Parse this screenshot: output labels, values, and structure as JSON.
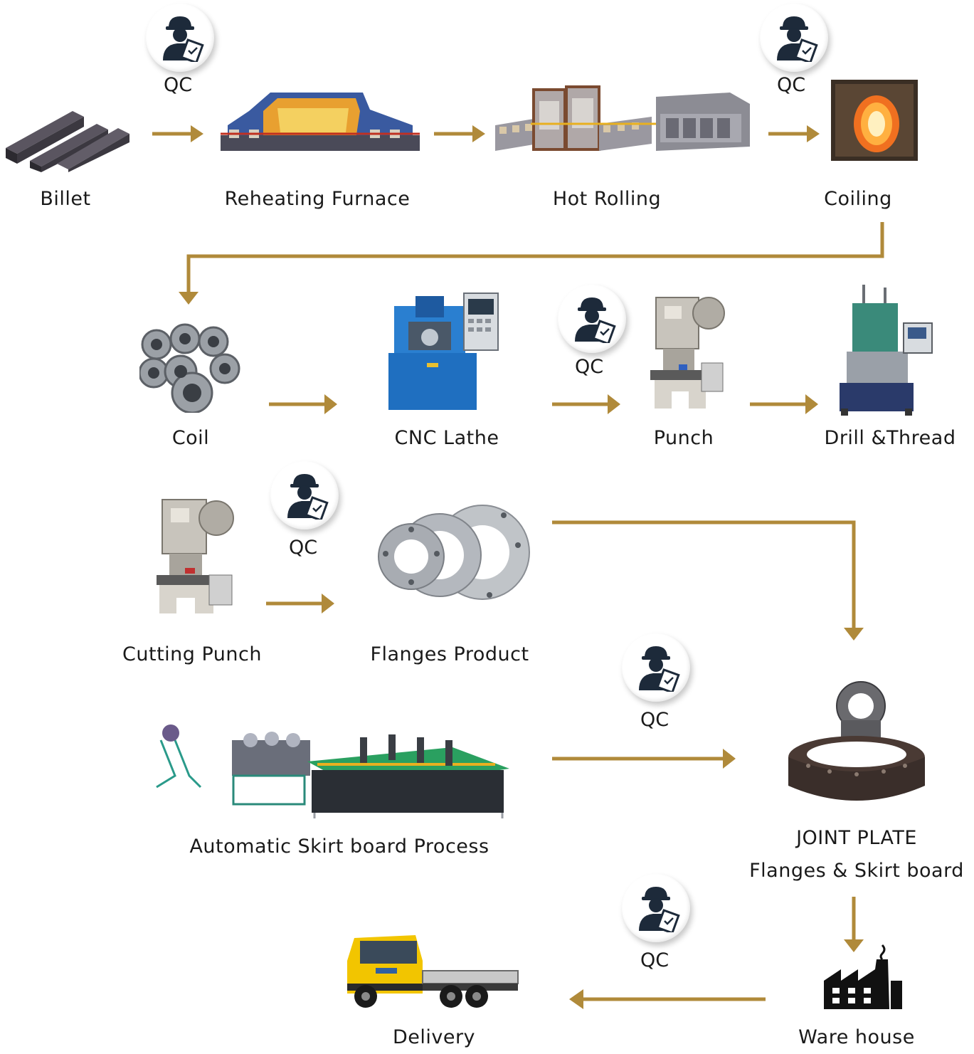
{
  "qc_label": "QC",
  "colors": {
    "arrow": "#B08A3A",
    "steel": "#8a8f96",
    "machine_blue": "#1f6fc0",
    "truck_yellow": "#f2c500"
  },
  "steps": {
    "billet": "Billet",
    "reheating_furnace": "Reheating Furnace",
    "hot_rolling": "Hot Rolling",
    "coiling": "Coiling",
    "coil": "Coil",
    "cnc_lathe": "CNC Lathe",
    "punch": "Punch",
    "drill_thread": "Drill &Thread",
    "cutting_punch": "Cutting Punch",
    "flanges_product": "Flanges Product",
    "skirt_process": "Automatic Skirt board Process",
    "joint_plate_line1": "JOINT PLATE",
    "joint_plate_line2": "Flanges & Skirt board",
    "warehouse": "Ware house",
    "delivery": "Delivery"
  }
}
